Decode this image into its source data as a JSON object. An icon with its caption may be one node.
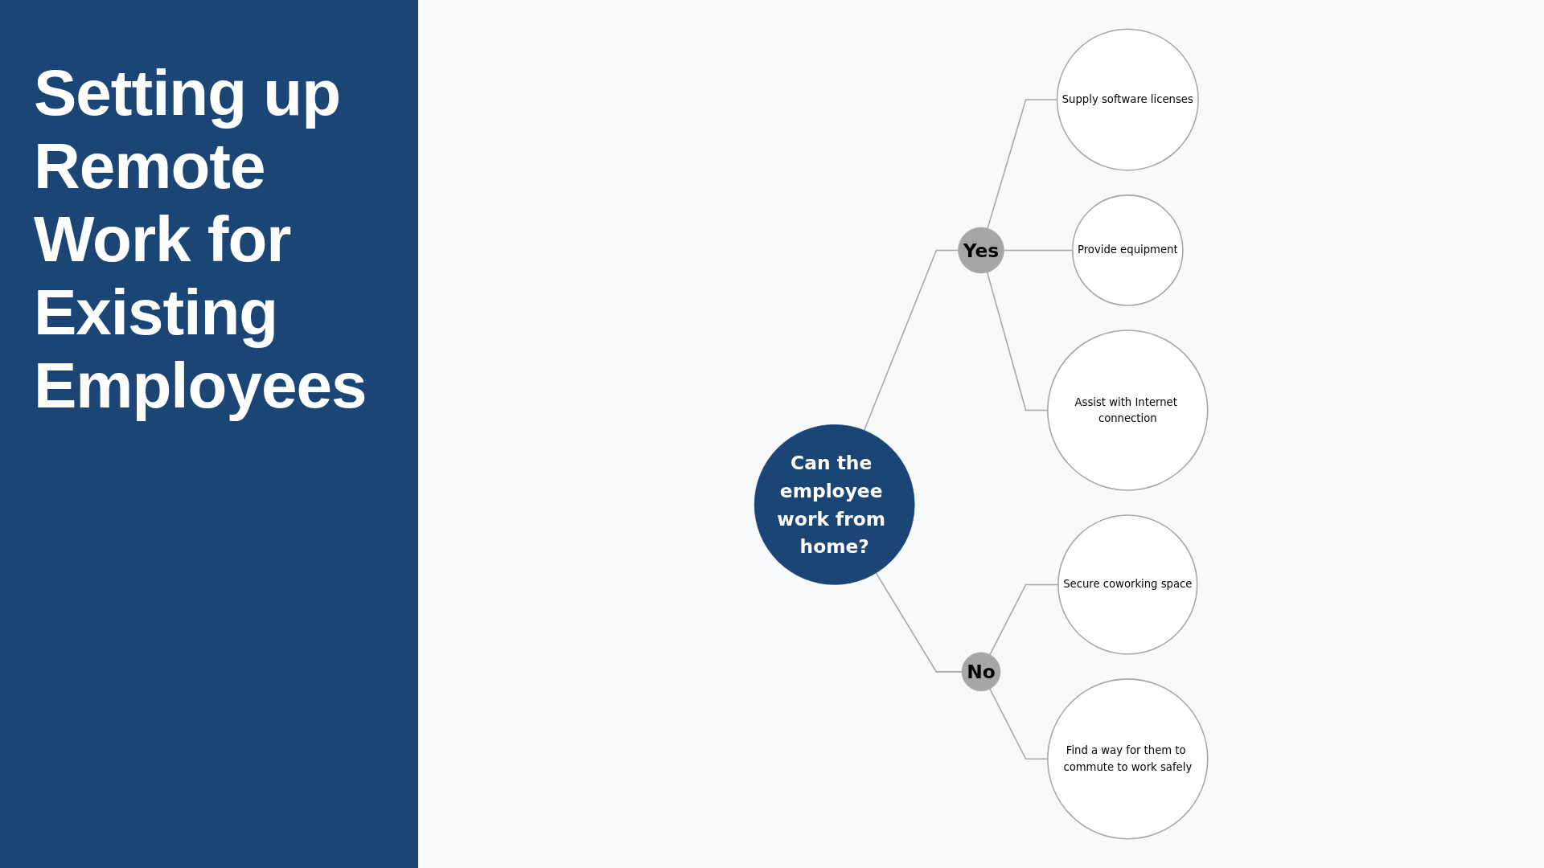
{
  "diagram": {
    "title": "Setting up Remote Work for Existing Employees",
    "nodes": [
      {
        "text": [
          "Can the employee work from home?"
        ]
      },
      {
        "text": [
          "Yes"
        ]
      },
      {
        "text": [
          "Supply software licenses"
        ]
      },
      {
        "text": [
          "Provide equipment"
        ]
      },
      {
        "text": [
          "Assist with Internet connection"
        ]
      },
      {
        "text": [
          "No"
        ]
      },
      {
        "text": [
          "Secure coworking space"
        ]
      },
      {
        "text": [
          "Find a way for them to commute to work safely"
        ]
      }
    ],
    "edges": [
      {
        "from": 0,
        "to": 1,
        "arrow": "none"
      },
      {
        "from": 1,
        "to": 2,
        "arrow": "none"
      },
      {
        "from": 1,
        "to": 3,
        "arrow": "none"
      },
      {
        "from": 1,
        "to": 4,
        "arrow": "none"
      },
      {
        "from": 0,
        "to": 5,
        "arrow": "none"
      },
      {
        "from": 5,
        "to": 6,
        "arrow": "none"
      },
      {
        "from": 5,
        "to": 7,
        "arrow": "none"
      }
    ]
  }
}
